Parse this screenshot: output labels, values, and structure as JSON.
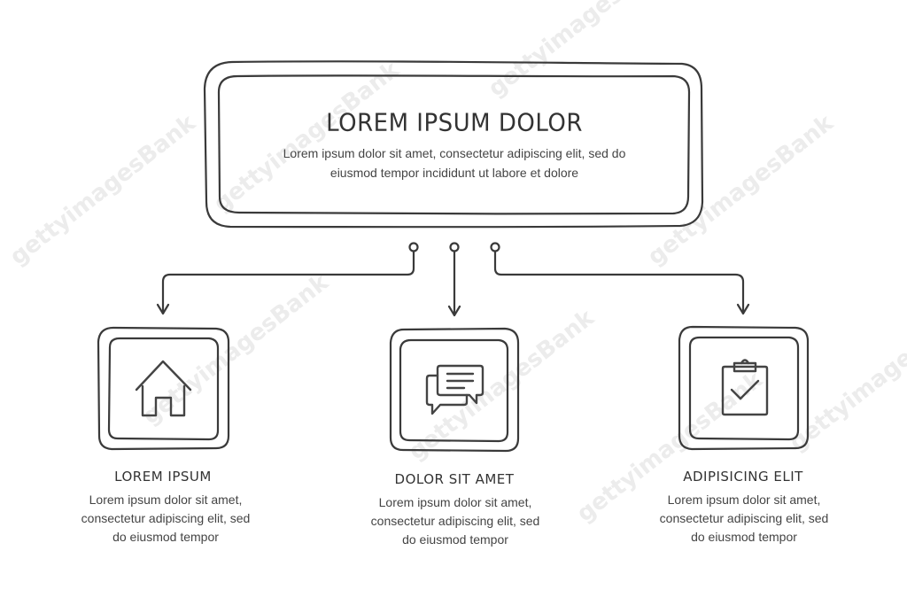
{
  "header": {
    "title": "LOREM IPSUM DOLOR",
    "body": "Lorem ipsum dolor sit amet, consectetur adipiscing elit, sed do eiusmod tempor incididunt ut labore et dolore"
  },
  "cards": [
    {
      "icon": "house-icon",
      "title": "LOREM IPSUM",
      "body": "Lorem ipsum dolor sit amet, consectetur adipiscing elit, sed do eiusmod tempor"
    },
    {
      "icon": "chat-bubbles-icon",
      "title": "DOLOR SIT AMET",
      "body": "Lorem ipsum dolor sit amet, consectetur adipiscing elit, sed do eiusmod tempor"
    },
    {
      "icon": "clipboard-check-icon",
      "title": "ADIPISICING ELIT",
      "body": "Lorem ipsum dolor sit amet, consectetur adipiscing elit, sed do eiusmod tempor"
    }
  ],
  "watermark": {
    "text": "gettyimagesBank",
    "color": "#e6e6e6"
  },
  "colors": {
    "stroke": "#3a3a3a",
    "text": "#444444",
    "background": "#ffffff"
  }
}
